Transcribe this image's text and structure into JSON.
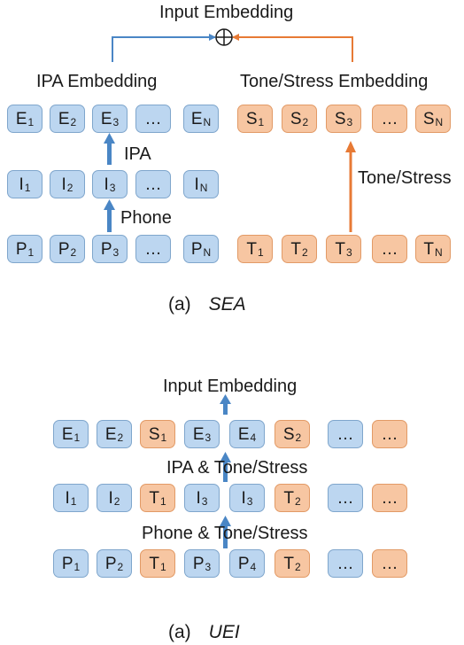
{
  "sea": {
    "top_label": "Input Embedding",
    "combine_symbol": "⊕",
    "left_group_label": "IPA Embedding",
    "right_group_label": "Tone/Stress Embedding",
    "arrow_label_ipa": "IPA",
    "arrow_label_phone": "Phone",
    "arrow_label_tone": "Tone/Stress",
    "caption_prefix": "(a)",
    "caption_name": "SEA",
    "rows": [
      {
        "id": "embedding",
        "left": [
          {
            "b": "E",
            "s": "1"
          },
          {
            "b": "E",
            "s": "2"
          },
          {
            "b": "E",
            "s": "3"
          },
          {
            "b": "…",
            "s": ""
          },
          {
            "b": "E",
            "s": "N"
          }
        ],
        "right": [
          {
            "b": "S",
            "s": "1"
          },
          {
            "b": "S",
            "s": "2"
          },
          {
            "b": "S",
            "s": "3"
          },
          {
            "b": "…",
            "s": ""
          },
          {
            "b": "S",
            "s": "N"
          }
        ]
      },
      {
        "id": "ipa",
        "left": [
          {
            "b": "I",
            "s": "1"
          },
          {
            "b": "I",
            "s": "2"
          },
          {
            "b": "I",
            "s": "3"
          },
          {
            "b": "…",
            "s": ""
          },
          {
            "b": "I",
            "s": "N"
          }
        ],
        "right": []
      },
      {
        "id": "phone",
        "left": [
          {
            "b": "P",
            "s": "1"
          },
          {
            "b": "P",
            "s": "2"
          },
          {
            "b": "P",
            "s": "3"
          },
          {
            "b": "…",
            "s": ""
          },
          {
            "b": "P",
            "s": "N"
          }
        ],
        "right": [
          {
            "b": "T",
            "s": "1"
          },
          {
            "b": "T",
            "s": "2"
          },
          {
            "b": "T",
            "s": "3"
          },
          {
            "b": "…",
            "s": ""
          },
          {
            "b": "T",
            "s": "N"
          }
        ]
      }
    ]
  },
  "uei": {
    "top_label": "Input Embedding",
    "arrow_label_ipa": "IPA  & Tone/Stress",
    "arrow_label_phone": "Phone & Tone/Stress",
    "caption_prefix": "(a)",
    "caption_name": "UEI",
    "rows": [
      {
        "id": "embedding",
        "tokens": [
          {
            "b": "E",
            "s": "1",
            "c": "blue"
          },
          {
            "b": "E",
            "s": "2",
            "c": "blue"
          },
          {
            "b": "S",
            "s": "1",
            "c": "orange"
          },
          {
            "b": "E",
            "s": "3",
            "c": "blue"
          },
          {
            "b": "E",
            "s": "4",
            "c": "blue"
          },
          {
            "b": "S",
            "s": "2",
            "c": "orange"
          },
          {
            "b": "…",
            "s": "",
            "c": "blue"
          },
          {
            "b": "…",
            "s": "",
            "c": "orange"
          }
        ]
      },
      {
        "id": "ipa",
        "tokens": [
          {
            "b": "I",
            "s": "1",
            "c": "blue"
          },
          {
            "b": "I",
            "s": "2",
            "c": "blue"
          },
          {
            "b": "T",
            "s": "1",
            "c": "orange"
          },
          {
            "b": "I",
            "s": "3",
            "c": "blue"
          },
          {
            "b": "I",
            "s": "3",
            "c": "blue"
          },
          {
            "b": "T",
            "s": "2",
            "c": "orange"
          },
          {
            "b": "…",
            "s": "",
            "c": "blue"
          },
          {
            "b": "…",
            "s": "",
            "c": "orange"
          }
        ]
      },
      {
        "id": "phone",
        "tokens": [
          {
            "b": "P",
            "s": "1",
            "c": "blue"
          },
          {
            "b": "P",
            "s": "2",
            "c": "blue"
          },
          {
            "b": "T",
            "s": "1",
            "c": "orange"
          },
          {
            "b": "P",
            "s": "3",
            "c": "blue"
          },
          {
            "b": "P",
            "s": "4",
            "c": "blue"
          },
          {
            "b": "T",
            "s": "2",
            "c": "orange"
          },
          {
            "b": "…",
            "s": "",
            "c": "blue"
          },
          {
            "b": "…",
            "s": "",
            "c": "orange"
          }
        ]
      }
    ]
  },
  "colors": {
    "blue_fill": "#bcd6f0",
    "blue_border": "#7fa6cc",
    "orange_fill": "#f7c6a2",
    "orange_border": "#e29a66",
    "blue_arrow": "#4a86c5",
    "orange_arrow": "#e77a35"
  }
}
